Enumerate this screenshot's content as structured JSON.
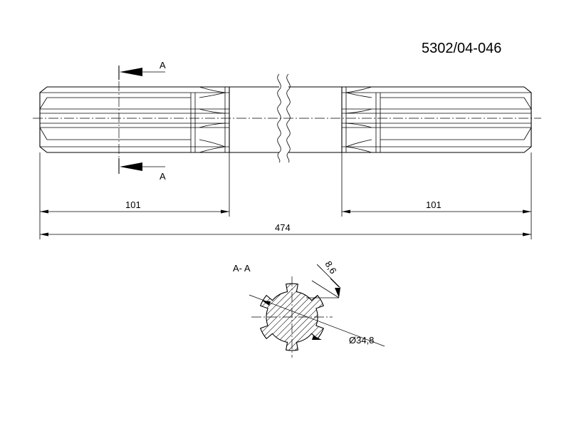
{
  "drawing": {
    "part_number": "5302/04-046",
    "section_mark_top": "A",
    "section_mark_bottom": "A",
    "section_title": "A- A",
    "dimensions": {
      "spline_length_left": "101",
      "spline_length_right": "101",
      "total_length": "474",
      "spline_width": "8,6",
      "diameter": "Ø34,8"
    }
  }
}
